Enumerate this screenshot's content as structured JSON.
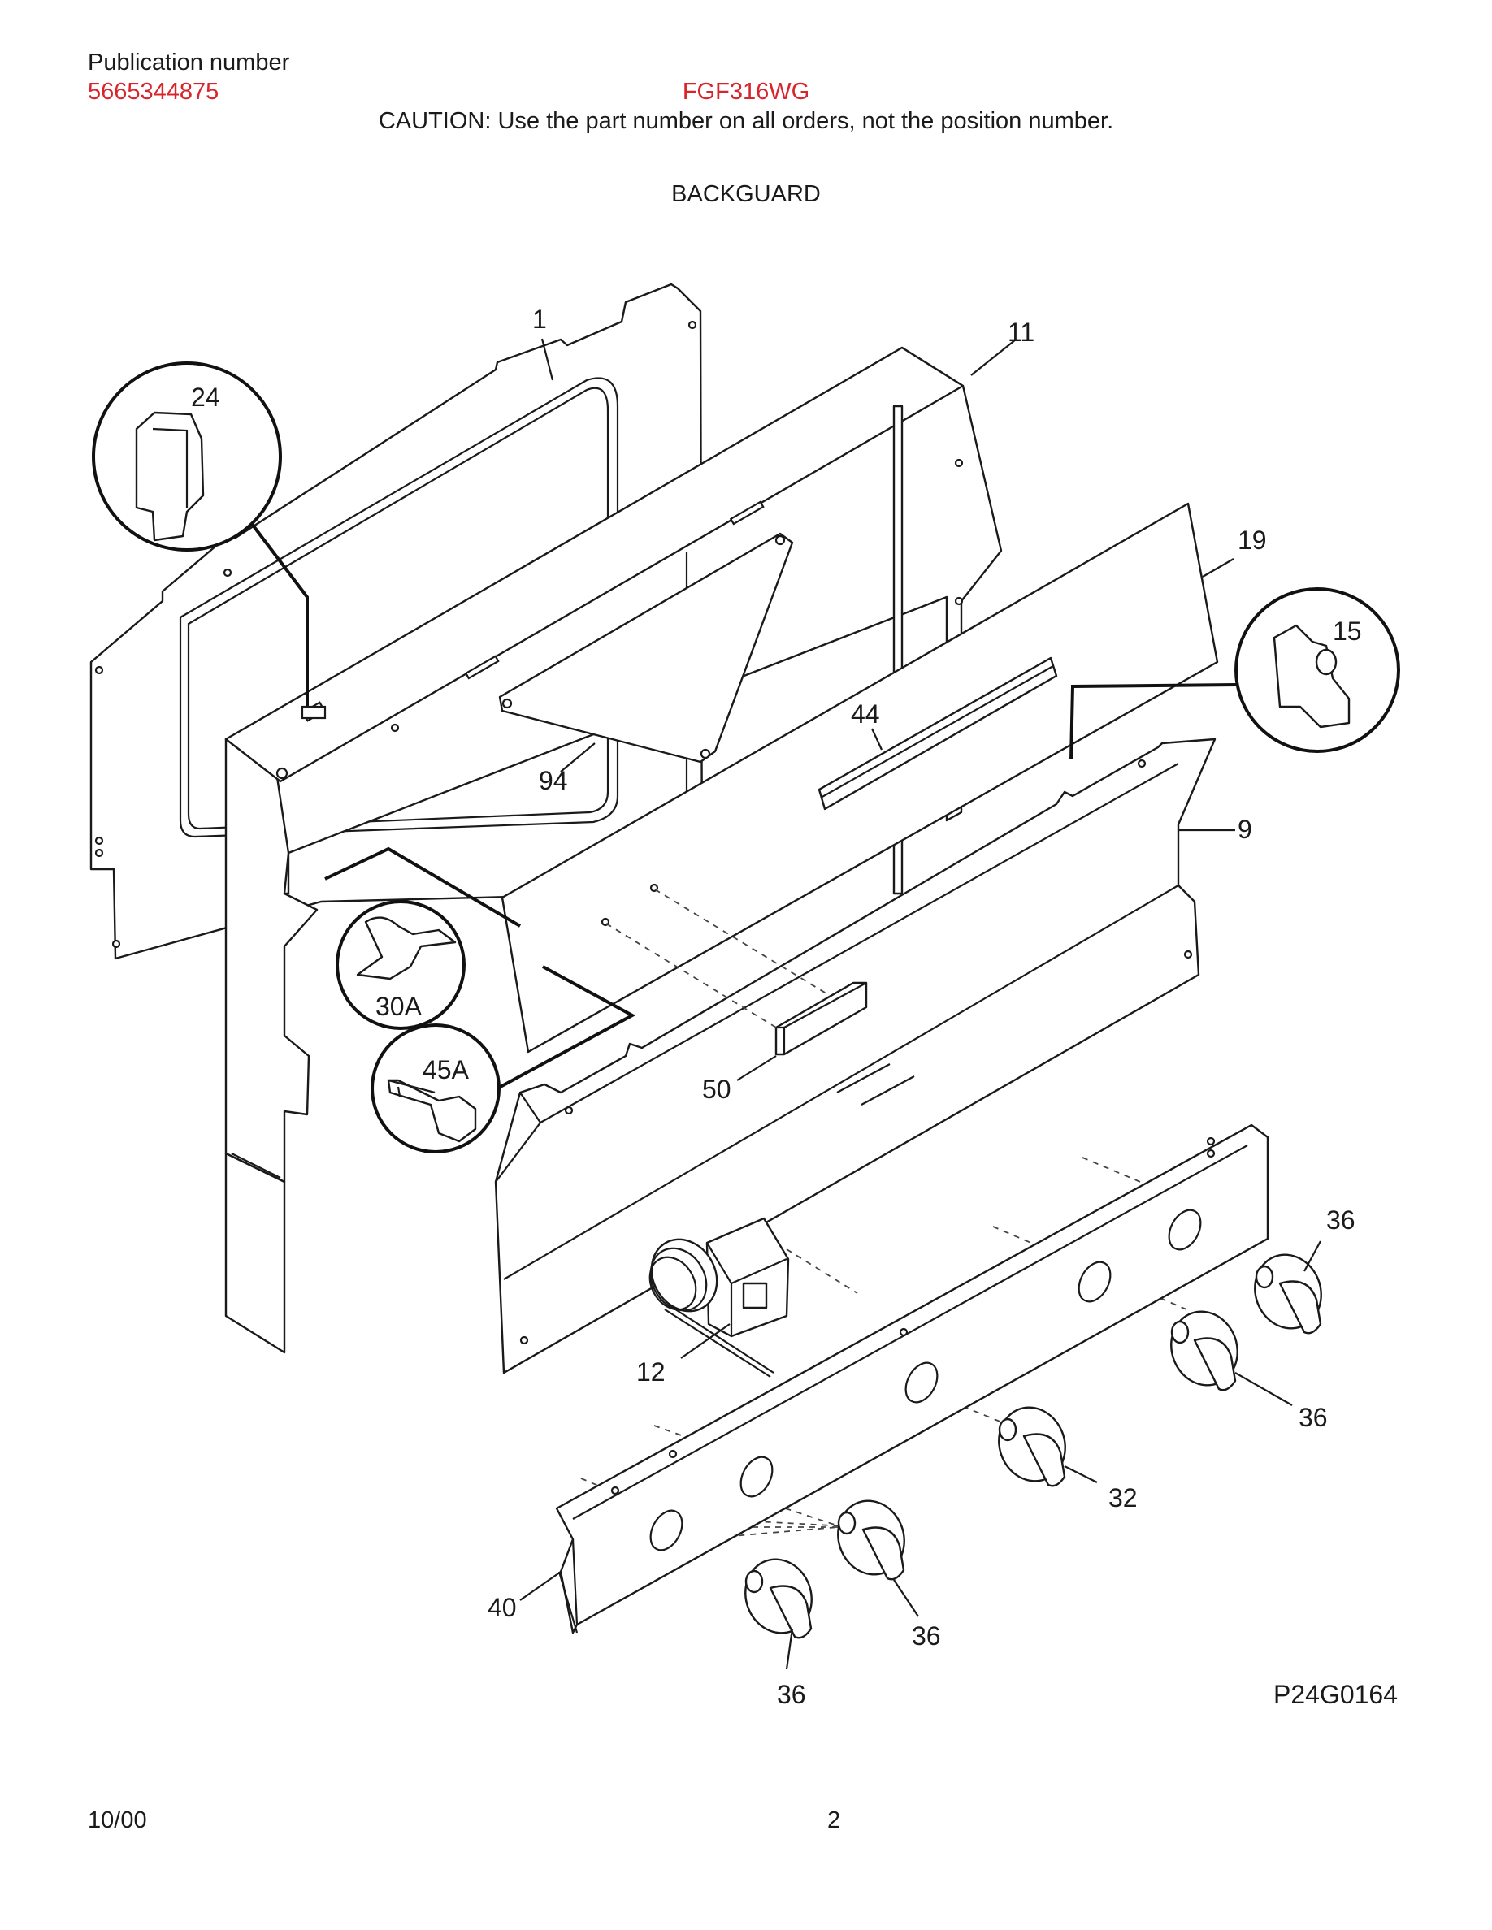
{
  "header": {
    "publication_label": "Publication number",
    "publication_number": "5665344875",
    "model": "FGF316WG",
    "caution": "CAUTION:  Use the part number on all orders, not the position number.",
    "section_title": "BACKGUARD"
  },
  "diagram": {
    "part_labels": {
      "p1": "1",
      "p11": "11",
      "p24": "24",
      "p19": "19",
      "p15": "15",
      "p44": "44",
      "p94": "94",
      "p9": "9",
      "p30A": "30A",
      "p45A": "45A",
      "p50": "50",
      "p36a": "36",
      "p36b": "36",
      "p36c": "36",
      "p36d": "36",
      "p12": "12",
      "p32": "32",
      "p40": "40"
    },
    "drawing_code": "P24G0164"
  },
  "footer": {
    "date": "10/00",
    "page": "2"
  },
  "colors": {
    "accent_red": "#d8242b",
    "line": "#1a1a1a"
  }
}
